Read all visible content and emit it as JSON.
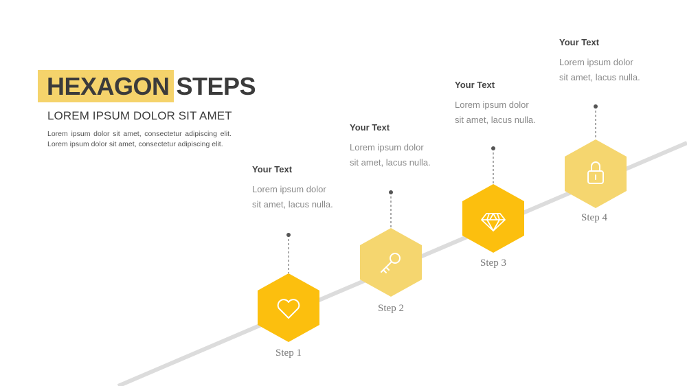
{
  "title": {
    "highlight": "HEXAGON",
    "rest": "STEPS"
  },
  "subtitle": "LOREM IPSUM DOLOR SIT AMET",
  "body": "Lorem ipsum dolor sit amet, consectetur adipiscing elit. Lorem ipsum dolor sit amet, consectetur adipiscing elit.",
  "colors": {
    "hexDark": "#fcbf0e",
    "hexLight": "#f5d66f",
    "line": "#dcdcdc",
    "text": "#3b3b3b"
  },
  "steps": [
    {
      "heading": "Your Text",
      "desc1": "Lorem ipsum dolor",
      "desc2": "sit amet, lacus nulla.",
      "label": "Step 1",
      "icon": "heart-icon",
      "tone": "dark"
    },
    {
      "heading": "Your Text",
      "desc1": "Lorem ipsum dolor",
      "desc2": "sit amet, lacus nulla.",
      "label": "Step 2",
      "icon": "key-icon",
      "tone": "light"
    },
    {
      "heading": "Your Text",
      "desc1": "Lorem ipsum dolor",
      "desc2": "sit amet, lacus nulla.",
      "label": "Step 3",
      "icon": "diamond-icon",
      "tone": "dark"
    },
    {
      "heading": "Your Text",
      "desc1": "Lorem ipsum dolor",
      "desc2": "sit amet, lacus nulla.",
      "label": "Step 4",
      "icon": "lock-icon",
      "tone": "light"
    }
  ]
}
